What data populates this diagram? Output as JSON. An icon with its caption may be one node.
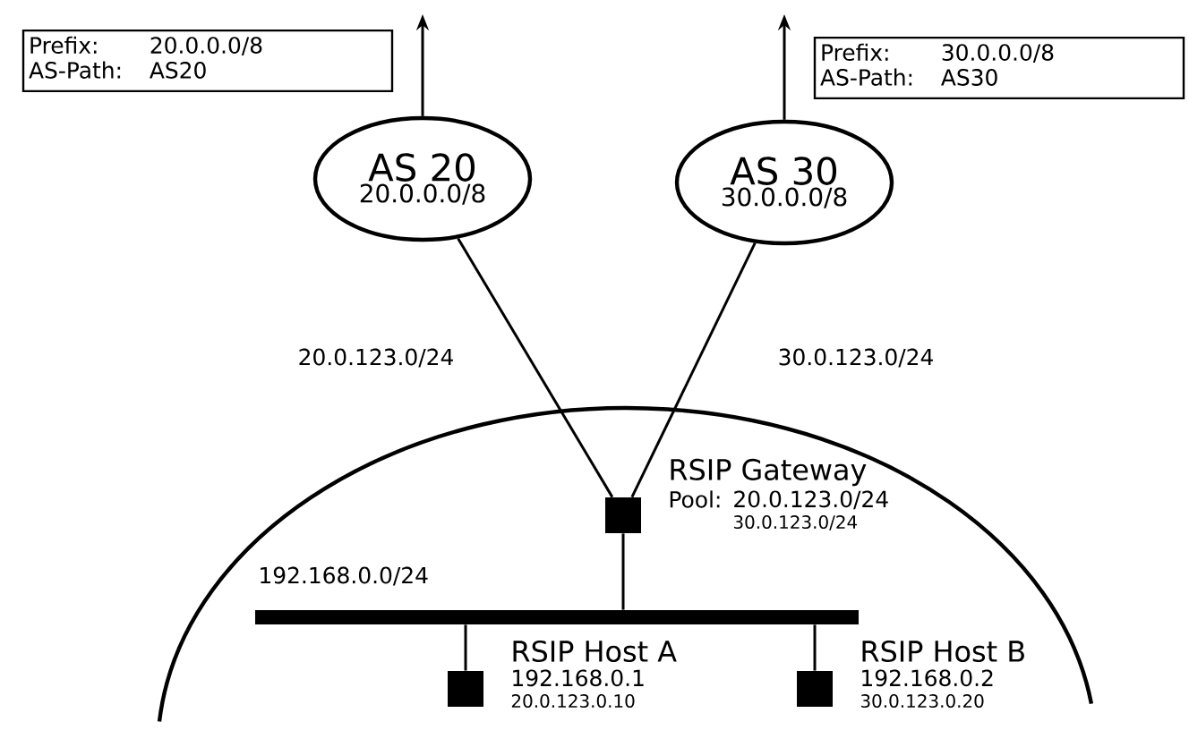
{
  "diagram": {
    "nodes": [
      {
        "text": [
          "Prefix:",
          "20.0.0.0/8",
          "AS-Path:",
          "AS20"
        ]
      },
      {
        "text": [
          "Prefix:",
          "30.0.0.0/8",
          "AS-Path:",
          "AS30"
        ]
      },
      {
        "text": [
          "AS 20",
          "20.0.0.0/8"
        ]
      },
      {
        "text": [
          "AS 30",
          "30.0.0.0/8"
        ]
      },
      {
        "text": [],
        "shape": "box",
        "beside": [
          "RSIP Gateway",
          "Pool:",
          "20.0.123.0/24",
          "30.0.123.0/24"
        ]
      },
      {
        "text": [],
        "shape": "bar",
        "beside": [
          "192.168.0.0/24"
        ]
      },
      {
        "text": [],
        "shape": "box",
        "beside": [
          "RSIP Host A",
          "192.168.0.1",
          "20.0.123.0.10"
        ]
      },
      {
        "text": [],
        "shape": "box",
        "beside": [
          "RSIP Host B",
          "192.168.0.2",
          "30.0.123.0.20"
        ]
      }
    ],
    "edges": [
      {
        "from": 2,
        "to": null,
        "arrow": "to"
      },
      {
        "from": 3,
        "to": null,
        "arrow": "to"
      },
      {
        "from": 2,
        "to": 4,
        "arrow": "none",
        "label": "20.0.123.0/24"
      },
      {
        "from": 3,
        "to": 4,
        "arrow": "none",
        "label": "30.0.123.0/24"
      },
      {
        "from": 4,
        "to": 5,
        "arrow": "none"
      },
      {
        "from": 5,
        "to": 6,
        "arrow": "none"
      },
      {
        "from": 5,
        "to": 7,
        "arrow": "none"
      }
    ]
  }
}
